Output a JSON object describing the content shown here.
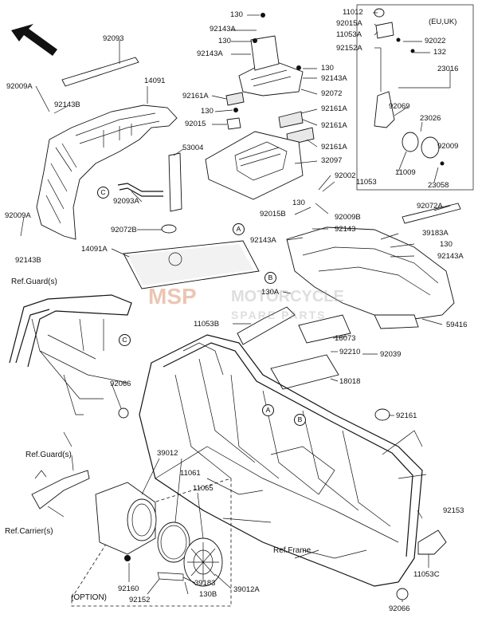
{
  "labels": {
    "p92093": "92093",
    "p92009A_1": "92009A",
    "p92143B_1": "92143B",
    "p14091": "14091",
    "p53004": "53004",
    "p92093A": "92093A",
    "p92009A_2": "92009A",
    "p92143B_2": "92143B",
    "p92072B": "92072B",
    "p14091A": "14091A",
    "p130_1": "130",
    "p92143A_1": "92143A",
    "p130_2": "130",
    "p92143A_2": "92143A",
    "p130_3": "130",
    "p92143A_3": "92143A",
    "p92072": "92072",
    "p92161A_1": "92161A",
    "p130_4": "130",
    "p92161A_2": "92161A",
    "p92015": "92015",
    "p92161A_3": "92161A",
    "p92161A_4": "92161A",
    "p32097": "32097",
    "p92002": "92002",
    "p11053": "11053",
    "p92015B": "92015B",
    "p92009B": "92009B",
    "p130_5": "130",
    "p92143": "92143",
    "p92143A_4": "92143A",
    "p92072A": "92072A",
    "p39183A": "39183A",
    "p130_6": "130",
    "p92143A_5": "92143A",
    "p130A": "130A",
    "p11053B": "11053B",
    "p16073": "16073",
    "p59416": "59416",
    "p92210": "92210",
    "p92039": "92039",
    "p18018": "18018",
    "p92066_1": "92066",
    "p92161": "92161",
    "p39012": "39012",
    "p11061": "11061",
    "p11065": "11065",
    "p39012A": "39012A",
    "p92153": "92153",
    "p11053C": "11053C",
    "p92160": "92160",
    "p92152": "92152",
    "p39183": "39183",
    "p130B": "130B",
    "p92066_2": "92066",
    "p11012": "11012",
    "p92015A": "92015A",
    "p11053A": "11053A",
    "p92152A": "92152A",
    "p92022": "92022",
    "p132": "132",
    "p23016": "23016",
    "p92069": "92069",
    "p23026": "23026",
    "p92009": "92009",
    "p11009": "11009",
    "p23058": "23058",
    "eu_uk": "(EU,UK)"
  },
  "refs": {
    "guard1": "Ref.Guard(s)",
    "guard2": "Ref.Guard(s)",
    "carrier": "Ref.Carrier(s)",
    "frame": "Ref.Frame",
    "option": "(OPTION)"
  },
  "callouts": {
    "a1": "A",
    "a2": "A",
    "b1": "B",
    "b2": "B",
    "c1": "C",
    "c2": "C"
  },
  "watermark": {
    "logo": "MSP",
    "line1": "MOTORCYCLE",
    "line2": "SPARE PARTS"
  }
}
